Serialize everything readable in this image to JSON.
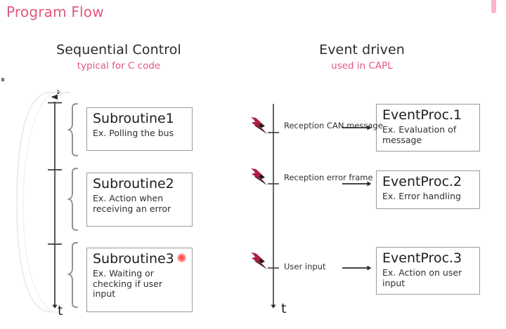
{
  "slide": {
    "title": "Program Flow",
    "title_color": "#e2577f",
    "background": "#ffffff"
  },
  "columns": {
    "left": {
      "heading": "Sequential Control",
      "subheading": "typical for C code",
      "axis_label": "t",
      "boxes": [
        {
          "title": "Subroutine1",
          "desc": "Ex. Polling the bus"
        },
        {
          "title": "Subroutine2",
          "desc": "Ex. Action when receiving an error"
        },
        {
          "title": "Subroutine3",
          "desc": "Ex. Waiting or checking if user input"
        }
      ]
    },
    "right": {
      "heading": "Event driven",
      "subheading": "used in CAPL",
      "axis_label": "t",
      "events": [
        {
          "label": "Reception CAN message"
        },
        {
          "label": "Reception error frame"
        },
        {
          "label": "User input"
        }
      ],
      "boxes": [
        {
          "title": "EventProc.1",
          "desc": "Ex. Evaluation of message"
        },
        {
          "title": "EventProc.2",
          "desc": "Ex. Error handling"
        },
        {
          "title": "EventProc.3",
          "desc": "Ex. Action on user input"
        }
      ]
    }
  },
  "icons": {
    "lightning_bolt": "lightning-bolt-icon",
    "loop_ellipse": "loop-ellipse-icon",
    "brace": "curly-brace-icon",
    "arrow_right": "arrow-right-icon",
    "cursor_dot": "cursor-highlight-dot"
  },
  "colors": {
    "accent_pink": "#e2577f",
    "bolt_crimson": "#b01e46",
    "bolt_shadow": "#1b1b1b",
    "box_border": "#9a9a9a",
    "line_gray": "#4a4a4a",
    "ellipse_gray": "#eceaea",
    "text_dark": "#1d1d1d",
    "cursor_red": "#ff2d2d"
  }
}
